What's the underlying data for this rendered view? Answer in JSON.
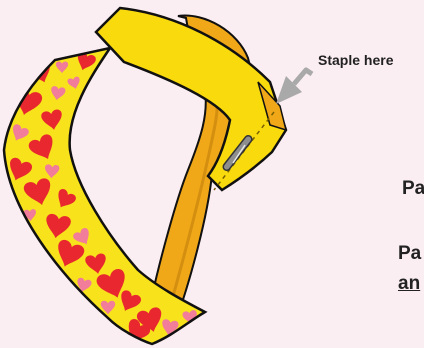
{
  "colors": {
    "background": "#fbeef2",
    "strip_yellow": "#f7e21b",
    "strip_orange": "#f0a818",
    "heart_red": "#e8282e",
    "heart_pink": "#f27d9a",
    "arrow_gray": "#a9a9a9",
    "staple": "#8e8e8e"
  },
  "icons": {
    "arrow": "arrow-left-down-icon",
    "staple": "staple-icon",
    "heart": "heart-icon"
  },
  "labels": {
    "staple_here": "Staple here",
    "side_text_1": "Pa",
    "side_text_2": "Pa",
    "side_text_3": "an"
  }
}
